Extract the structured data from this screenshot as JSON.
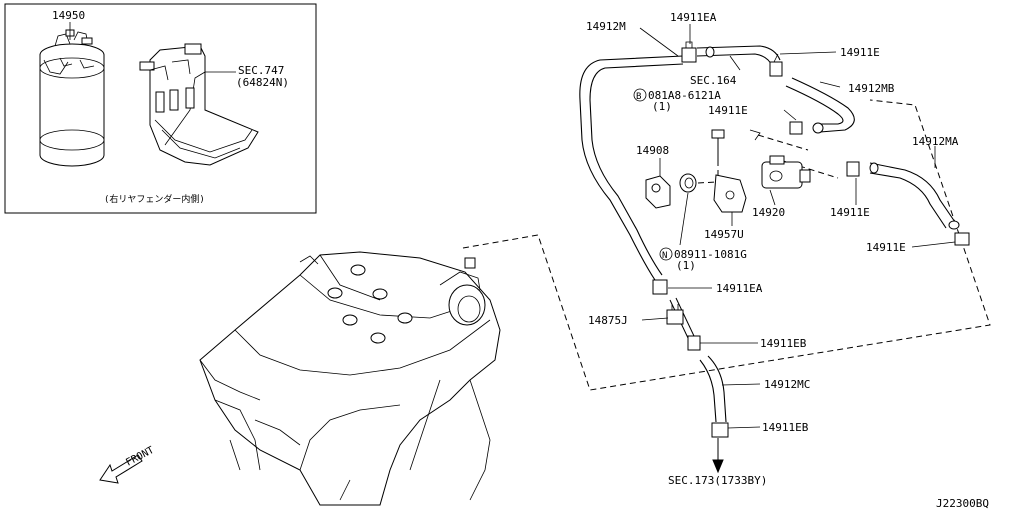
{
  "inset": {
    "canister_part": "14950",
    "sec_ref": "SEC.747",
    "sec_ref_sub": "(64824N)",
    "caption": "(右リヤフェンダー内側)"
  },
  "callouts": {
    "p14912M": "14912M",
    "p14911EA_top": "14911EA",
    "p14911E_1": "14911E",
    "sec164": "SEC.164",
    "p14912MB": "14912MB",
    "bolt_code": "081A8-6121A",
    "bolt_qty": "(1)",
    "bolt_badge": "B",
    "p14911E_2": "14911E",
    "p14912MA": "14912MA",
    "p14908": "14908",
    "p14920": "14920",
    "p14911E_3": "14911E",
    "p14957U": "14957U",
    "nut_code": "08911-1081G",
    "nut_qty": "(1)",
    "nut_badge": "N",
    "p14911E_4": "14911E",
    "p14911EA_bot": "14911EA",
    "p14875J": "14875J",
    "p14911EB_1": "14911EB",
    "p14912MC": "14912MC",
    "p14911EB_2": "14911EB",
    "sec173": "SEC.173(1733BY)",
    "front": "FRONT"
  },
  "diagram_id": "J22300BQ"
}
